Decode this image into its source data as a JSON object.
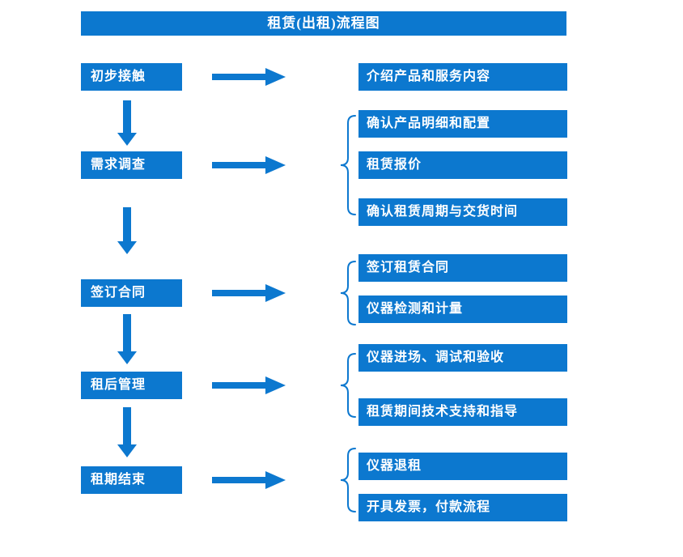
{
  "title": "租赁(出租)流程图",
  "stages": [
    {
      "label": "初步接触",
      "details": [
        "介绍产品和服务内容"
      ]
    },
    {
      "label": "需求调查",
      "details": [
        "确认产品明细和配置",
        "租赁报价",
        "确认租赁周期与交货时间"
      ]
    },
    {
      "label": "签订合同",
      "details": [
        "签订租赁合同",
        "仪器检测和计量"
      ]
    },
    {
      "label": "租后管理",
      "details": [
        "仪器进场、调试和验收",
        "租赁期间技术支持和指导"
      ]
    },
    {
      "label": "租期结束",
      "details": [
        "仪器退租",
        "开具发票，付款流程"
      ]
    }
  ],
  "colors": {
    "primary": "#0C78CF",
    "text_on_primary": "#FFFFFF",
    "canvas": "#FFFFFF"
  }
}
